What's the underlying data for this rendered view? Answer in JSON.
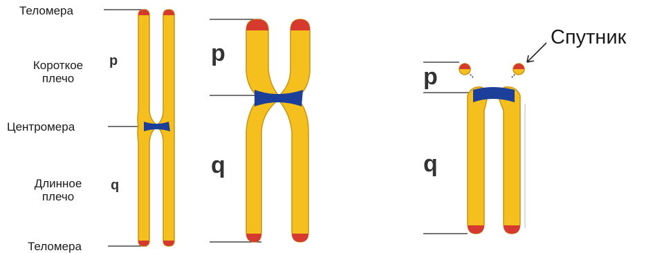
{
  "labels": {
    "telomere_top": "Теломера",
    "short_arm": "Короткое\nплечо",
    "centromere": "Центромера",
    "long_arm": "Длинное\nплечо",
    "telomere_bottom": "Теломера",
    "satellite": "Спутник"
  },
  "arms": {
    "p": "p",
    "q": "q"
  },
  "colors": {
    "chromatid": "#f5bf1e",
    "chromatid_edge": "#c99410",
    "centromere": "#1c3f9a",
    "telomere": "#d63a2e",
    "line": "#222222"
  }
}
